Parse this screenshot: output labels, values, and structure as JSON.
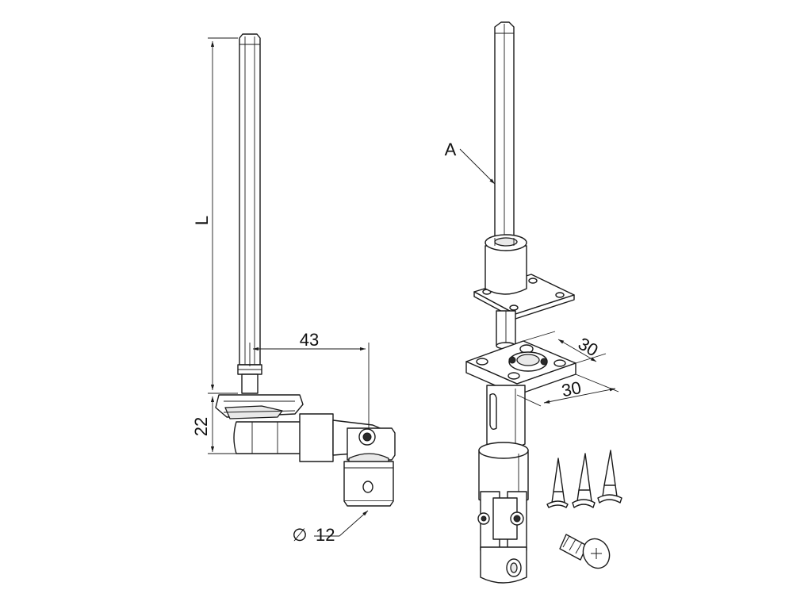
{
  "labels": {
    "length": "L",
    "offset": "43",
    "height": "22",
    "diameter": "12",
    "diameter_symbol": "∅",
    "rod_callout": "A",
    "plate_width": "30",
    "plate_depth": "30"
  }
}
